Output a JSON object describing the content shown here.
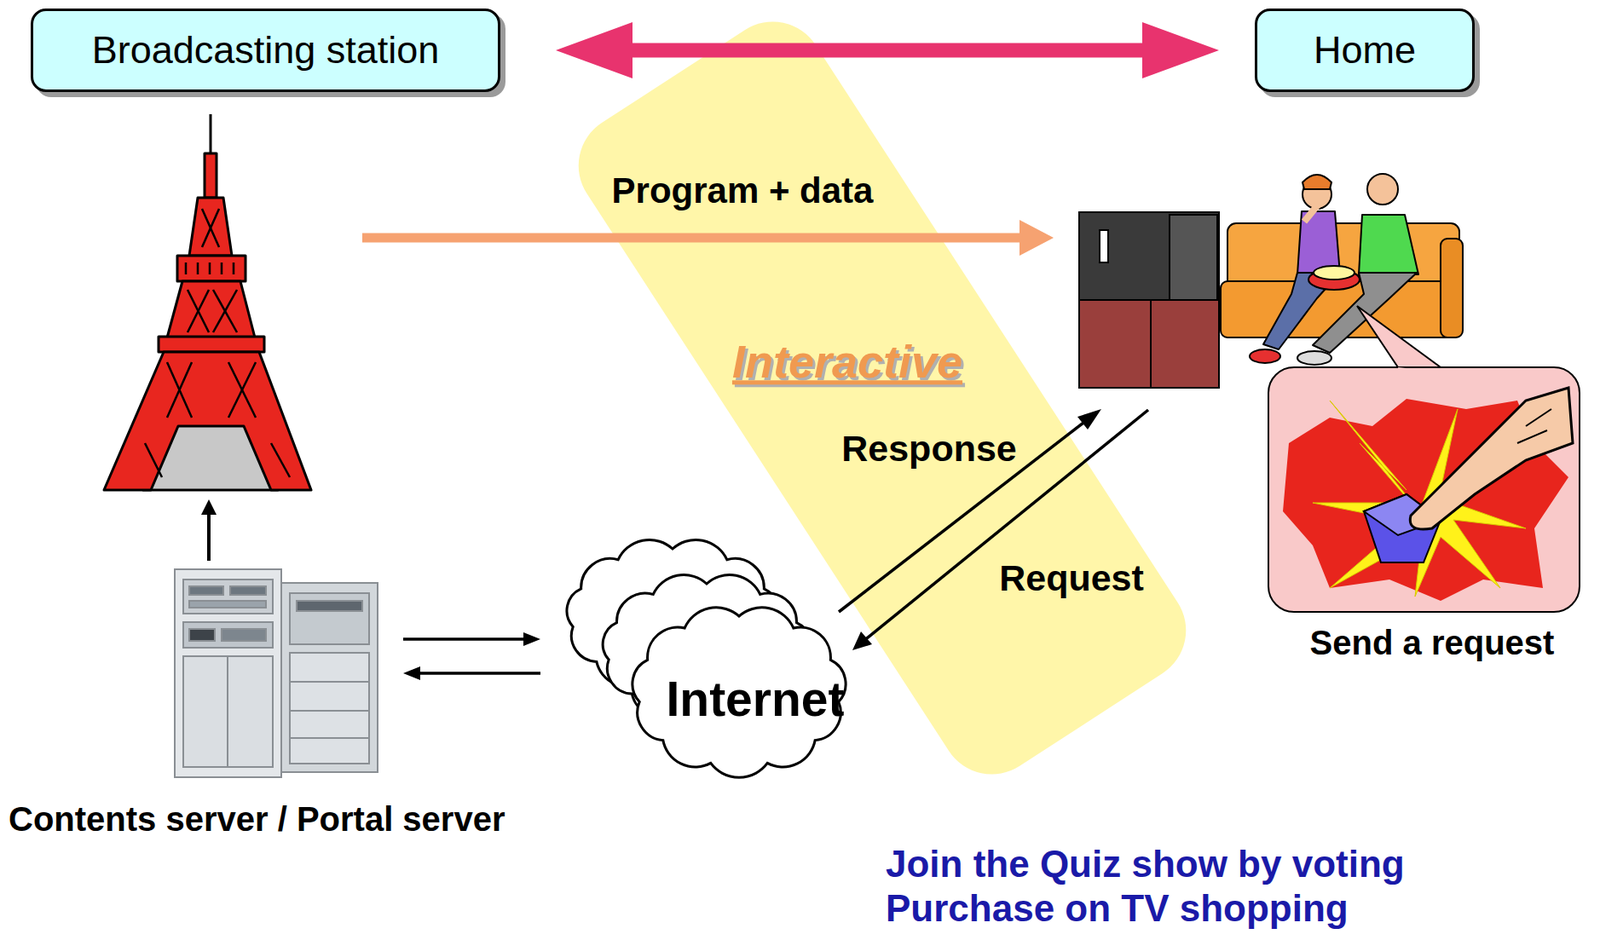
{
  "diagram": {
    "nodes": [
      {
        "text": [
          "Broadcasting station"
        ]
      },
      {
        "text": [
          "Home"
        ]
      },
      {
        "text": [
          "Contents server / Portal server"
        ]
      },
      {
        "text": [
          "Internet"
        ]
      }
    ],
    "edges": [
      {
        "from": 0,
        "to": 1,
        "arrow": "both"
      },
      {
        "from": 2,
        "to": 3,
        "arrow": "to"
      },
      {
        "from": 3,
        "to": 2,
        "arrow": "to"
      }
    ],
    "labels": [
      "Program + data",
      "Interactive",
      "Response",
      "Request",
      "Send a request",
      "Join the Quiz show by voting",
      "Purchase on TV shopping"
    ]
  }
}
